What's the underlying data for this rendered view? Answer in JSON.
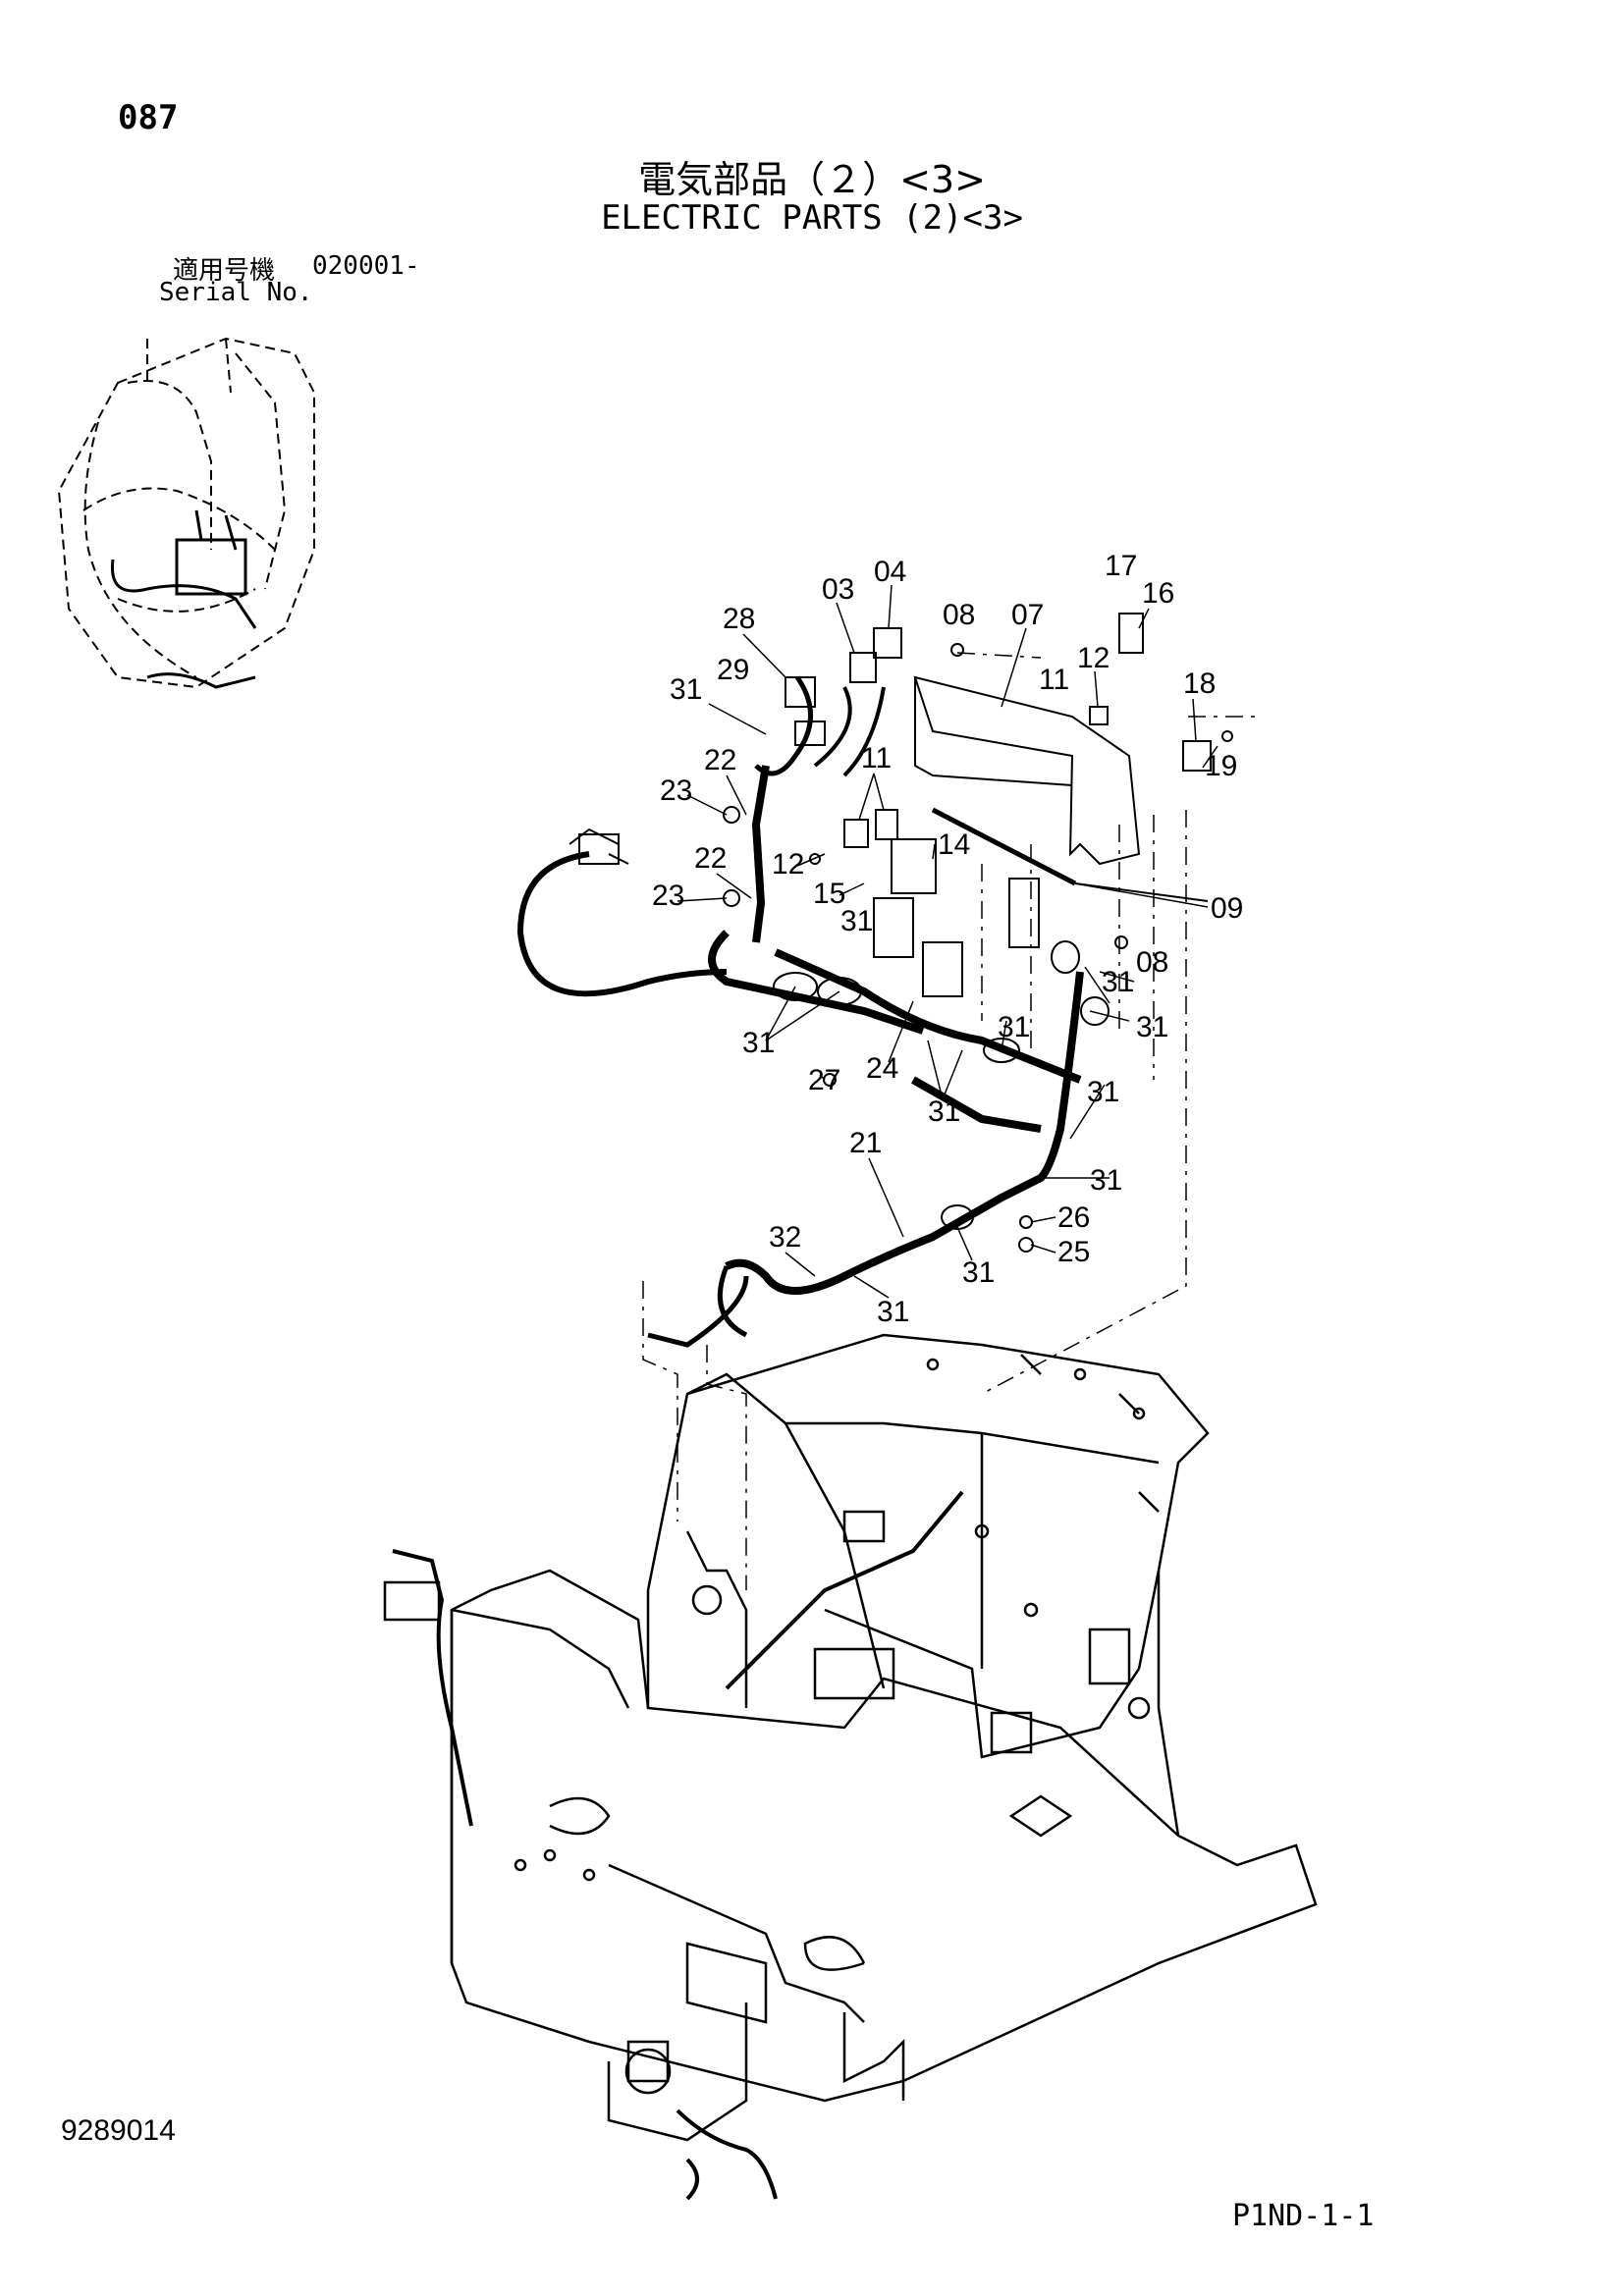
{
  "header": {
    "page_number": "087",
    "title_jp": "電気部品（２）<3>",
    "title_en": "ELECTRIC PARTS (2)<3>",
    "serial_label_jp": "適用号機",
    "serial_value": "020001-",
    "serial_label_en": "Serial No."
  },
  "footer": {
    "document_number": "9289014",
    "page_code": "P1ND-1-1"
  },
  "callouts": {
    "c03": "03",
    "c04": "04",
    "c28": "28",
    "c08a": "08",
    "c07": "07",
    "c17": "17",
    "c16": "16",
    "c12a": "12",
    "c29": "29",
    "c11a": "11",
    "c18": "18",
    "c31a": "31",
    "c19": "19",
    "c22a": "22",
    "c11b": "11",
    "c23a": "23",
    "c14": "14",
    "c12b": "12",
    "c22b": "22",
    "c15": "15",
    "c09": "09",
    "c23b": "23",
    "c31b": "31",
    "c08b": "08",
    "c31c": "31",
    "c31d": "31",
    "c31e": "31",
    "c31f": "31",
    "c24": "24",
    "c27": "27",
    "c31g": "31",
    "c31h": "31",
    "c21": "21",
    "c31i": "31",
    "c26": "26",
    "c32": "32",
    "c25": "25",
    "c31j": "31",
    "c31k": "31"
  },
  "colors": {
    "ink": "#000000",
    "paper": "#ffffff"
  }
}
